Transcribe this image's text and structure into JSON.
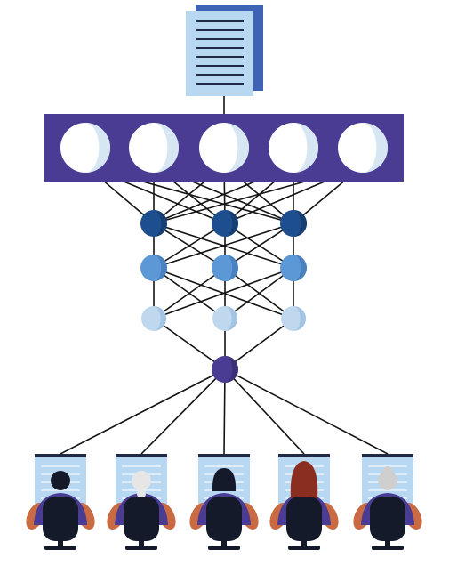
{
  "colors": {
    "background": "#ffffff",
    "input_bar": "#4a3c93",
    "line": "#141414",
    "node_white": "#ffffff",
    "node_white_shade": "#d7e6f3",
    "layer1": "#1d4f8f",
    "layer1_shade": "#163e72",
    "layer2": "#5d98d6",
    "layer2_shade": "#4a82bf",
    "layer3": "#bfd8ee",
    "layer3_shade": "#a3c4e3",
    "output_node": "#4a3c93",
    "output_node_shade": "#3b3078",
    "document": "#b8d7f1",
    "document_back": "#3f63b4",
    "document_lines": "#1f2a44",
    "monitor": "#b8d7f1",
    "monitor_frame": "#1f2a44",
    "monitor_lines": "#eaf3fb",
    "chair": "#141a2a",
    "shirt": "#4a3c93",
    "skin": "#c96a42",
    "hair_dark": "#141a2a",
    "hair_white": "#e6e6e6",
    "hair_red": "#8b2e22",
    "hair_gray": "#cfcfcf"
  },
  "icons": {
    "document": "document-icon",
    "monitor": "monitor-icon",
    "user": "user-icon",
    "chair": "office-chair-icon"
  },
  "network": {
    "input_nodes": 5,
    "hidden_layers": [
      3,
      3,
      3
    ],
    "output_nodes": 1
  },
  "users": [
    {
      "hair": "short-dark"
    },
    {
      "hair": "white-braid"
    },
    {
      "hair": "dark-bob"
    },
    {
      "hair": "red-long"
    },
    {
      "hair": "gray-bun"
    }
  ]
}
